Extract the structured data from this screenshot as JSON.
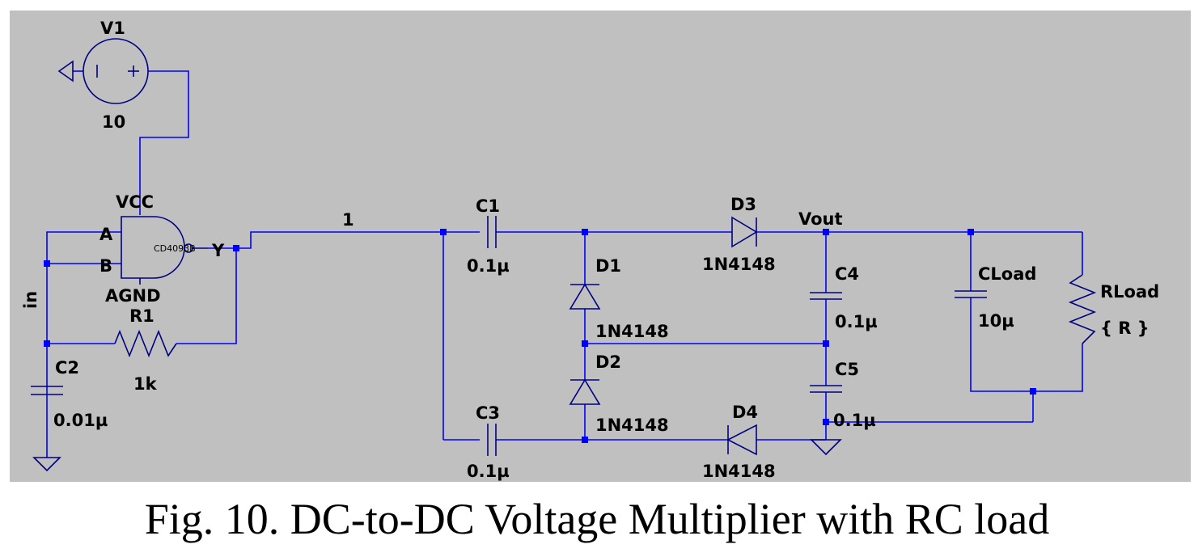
{
  "colors": {
    "background": "#c0c0c0",
    "wire": "#0000ff",
    "component": "#000080",
    "junction": "#0000ff",
    "text": "#000000"
  },
  "labels": {
    "v1_name": "V1",
    "v1_value": "10",
    "vcc": "VCC",
    "pin_a": "A",
    "pin_b": "B",
    "pin_y": "Y",
    "gate_part": "CD4093B",
    "agnd": "AGND",
    "r1_name": "R1",
    "r1_value": "1k",
    "net_in": "in",
    "c2_name": "C2",
    "c2_value": "0.01µ",
    "net_1": "1",
    "c1_name": "C1",
    "c1_value": "0.1µ",
    "c3_name": "C3",
    "c3_value": "0.1µ",
    "d1_name": "D1",
    "d1_value": "1N4148",
    "d2_name": "D2",
    "d2_value": "1N4148",
    "d3_name": "D3",
    "d3_value": "1N4148",
    "d4_name": "D4",
    "d4_value": "1N4148",
    "net_vout": "Vout",
    "c4_name": "C4",
    "c4_value": "0.1µ",
    "c5_name": "C5",
    "c5_value": "0.1µ",
    "cload_name": "CLoad",
    "cload_value": "10µ",
    "rload_name": "RLoad",
    "rload_value": "{ R }"
  },
  "caption": "Fig. 10. DC-to-DC Voltage Multiplier with RC load"
}
